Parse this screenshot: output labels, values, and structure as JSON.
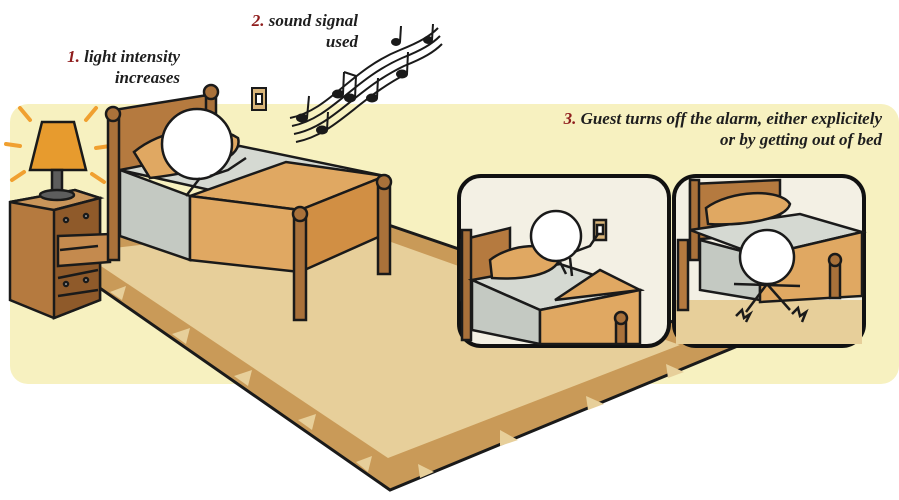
{
  "steps": [
    {
      "number": "1.",
      "line1": "light intensity",
      "line2": "increases"
    },
    {
      "number": "2.",
      "line1": "sound signal",
      "line2": "used"
    },
    {
      "number": "3.",
      "line1": "Guest turns off the alarm, either explicitely",
      "line2": "or by getting out of bed"
    }
  ],
  "colors": {
    "background_band": "#f7f1c0",
    "rug_outer": "#c99a58",
    "rug_inner": "#e7cf9a",
    "wood": "#a9713a",
    "wood_dark": "#6e4620",
    "blanket": "#e0a862",
    "sheet": "#d5d9d2",
    "lamp_shade": "#e79b2e",
    "step_number": "#8f1d1d"
  },
  "icons": [
    "lamp-icon",
    "bed-icon",
    "nightstand-icon",
    "music-notes-icon",
    "light-switch-icon",
    "stick-figure-icon"
  ]
}
